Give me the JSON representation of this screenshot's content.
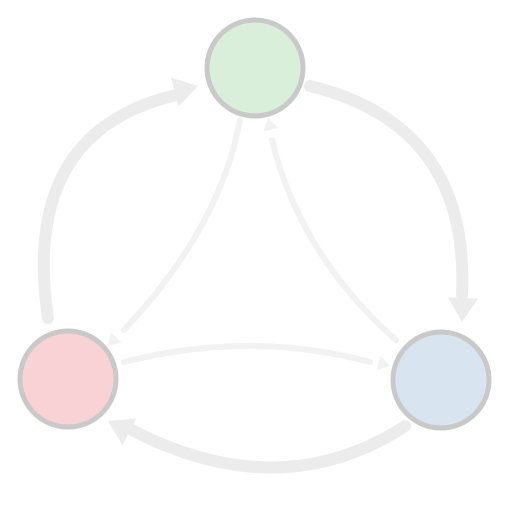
{
  "diagram": {
    "nodes": [
      {
        "id": "green",
        "fill": "#d9efd9",
        "stroke": "#c9c9c9"
      },
      {
        "id": "red",
        "fill": "#f9d2d6",
        "stroke": "#c9c9c9"
      },
      {
        "id": "blue",
        "fill": "#d8e5f1",
        "stroke": "#c9c9c9"
      }
    ],
    "edges": [
      {
        "from": "red",
        "to": "green",
        "kind": "outer-arc",
        "color": "#ececec"
      },
      {
        "from": "green",
        "to": "blue",
        "kind": "outer-arc",
        "color": "#ececec"
      },
      {
        "from": "blue",
        "to": "red",
        "kind": "outer-arc",
        "color": "#ececec"
      },
      {
        "from": "green",
        "to": "red",
        "kind": "inner-chord",
        "color": "#f2f2f2"
      },
      {
        "from": "blue",
        "to": "green",
        "kind": "inner-chord",
        "color": "#f2f2f2"
      },
      {
        "from": "red",
        "to": "blue",
        "kind": "inner-chord",
        "color": "#f2f2f2"
      }
    ]
  }
}
